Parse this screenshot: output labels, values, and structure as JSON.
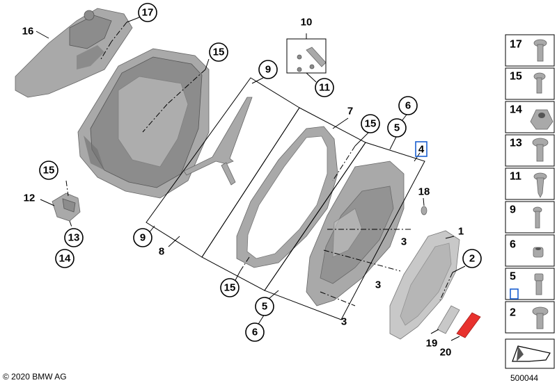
{
  "callouts": {
    "c17": "17",
    "c16": "16",
    "c15a": "15",
    "c10": "10",
    "c11": "11",
    "c9a": "9",
    "c7": "7",
    "c15b": "15",
    "c6a": "6",
    "c5a": "5",
    "c4": "4",
    "c18": "18",
    "c15c": "15",
    "c12": "12",
    "c13": "13",
    "c14": "14",
    "c9b": "9",
    "c8": "8",
    "c15d": "15",
    "c3a": "3",
    "c3b": "3",
    "c3c": "3",
    "c1": "1",
    "c2": "2",
    "c5b": "5",
    "c6b": "6",
    "c19": "19",
    "c20": "20"
  },
  "legend": {
    "items": [
      {
        "label": "17"
      },
      {
        "label": "15"
      },
      {
        "label": "14"
      },
      {
        "label": "13"
      },
      {
        "label": "11"
      },
      {
        "label": "9"
      },
      {
        "label": "6"
      },
      {
        "label": "5"
      },
      {
        "label": "2"
      }
    ]
  },
  "footer": {
    "copyright": "© 2020 BMW AG",
    "diagram_id": "500044"
  },
  "colors": {
    "highlight_blue": "#1a5fd0",
    "highlight_red": "#e8322e",
    "part_gray": "#a9a9a9"
  }
}
